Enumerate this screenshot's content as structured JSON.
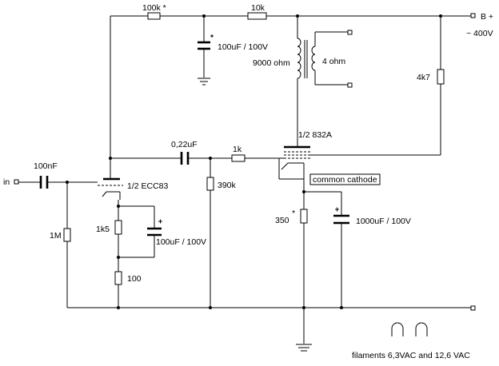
{
  "labels": {
    "r_feed": "100k *",
    "r_10k": "10k",
    "b_plus": "B +",
    "voltage": "~ 400V",
    "c_filter": "100uF / 100V",
    "transformer_primary": "9000 ohm",
    "transformer_secondary": "4 ohm",
    "r_4k7": "4k7",
    "tube_power": "1/2  832A",
    "c_coupling": "0,22uF",
    "r_grid_stop": "1k",
    "common_cathode": "common cathode",
    "input": "in",
    "c_input": "100nF",
    "tube_pre": "1/2  ECC83",
    "r_grid_leak_pre": "390k",
    "r_350": "350",
    "r_350_star": "*",
    "c_cathode_power": "1000uF / 100V",
    "r_1m": "1M",
    "r_1k5": "1k5",
    "c_cathode_pre": "100uF / 100V",
    "r_100": "100",
    "filaments": "filaments   6,3VAC and 12,6 VAC"
  },
  "colors": {
    "ink": "#000000",
    "paper": "#ffffff"
  }
}
